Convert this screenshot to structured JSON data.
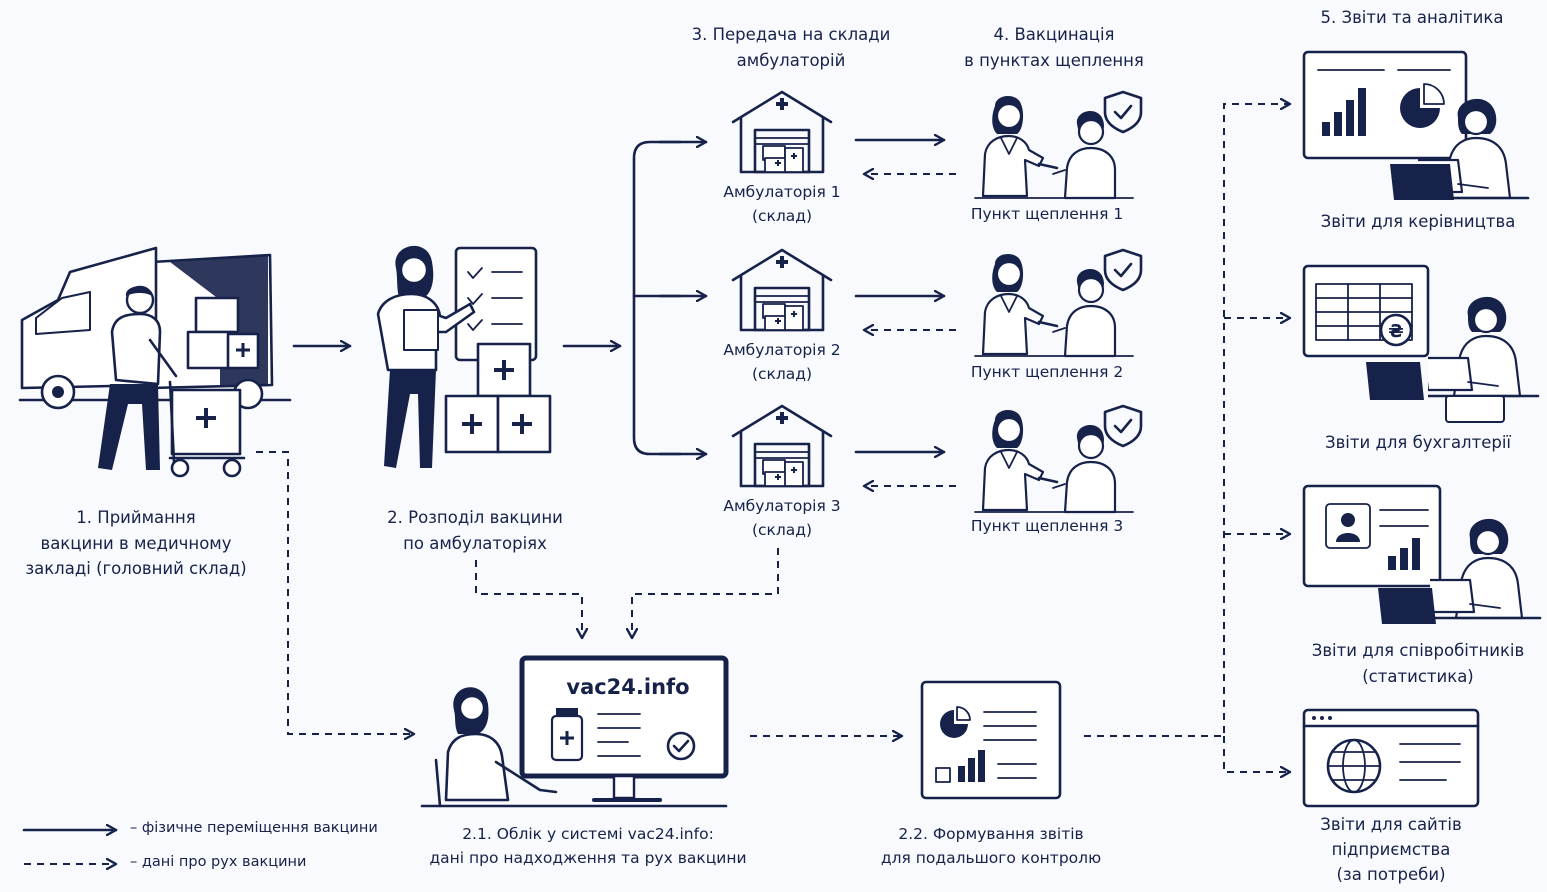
{
  "colors": {
    "ink": "#17224a",
    "background": "#f8fafd",
    "paper": "#ffffff"
  },
  "steps": {
    "step1": {
      "line1": "1. Приймання",
      "line2": "вакцини в медичному",
      "line3": "закладі (головний склад)"
    },
    "step2": {
      "line1": "2. Розподіл вакцини",
      "line2": "по амбулаторіях"
    },
    "step3": {
      "line1": "3. Передача на склади",
      "line2": "амбулаторій"
    },
    "step4": {
      "line1": "4. Вакцинація",
      "line2": "в пунктах щеплення"
    },
    "step5": {
      "title": "5. Звіти та аналітика"
    },
    "step21": {
      "line1": "2.1. Облік у системі vac24.info:",
      "line2": "дані про надходження та рух вакцини"
    },
    "step22": {
      "line1": "2.2. Формування звітів",
      "line2": "для подальшого контролю"
    }
  },
  "clinics": [
    {
      "name": "Амбулаторія 1",
      "sub": "(склад)"
    },
    {
      "name": "Амбулаторія 2",
      "sub": "(склад)"
    },
    {
      "name": "Амбулаторія 3",
      "sub": "(склад)"
    }
  ],
  "points": [
    {
      "name": "Пункт щеплення 1"
    },
    {
      "name": "Пункт щеплення 2"
    },
    {
      "name": "Пункт щеплення 3"
    }
  ],
  "reports": [
    {
      "line1": "Звіти для керівництва",
      "line2": "",
      "line3": "",
      "icon": "bar-pie-report-icon"
    },
    {
      "line1": "Звіти для бухгалтерії",
      "line2": "",
      "line3": "",
      "icon": "spreadsheet-hryvnia-icon"
    },
    {
      "line1": "Звіти для співробітників",
      "line2": "(статистика)",
      "line3": "",
      "icon": "profile-stats-icon"
    },
    {
      "line1": "Звіти для сайтів",
      "line2": "підприємства",
      "line3": "(за потреби)",
      "icon": "globe-browser-icon"
    }
  ],
  "system": {
    "brand": "vac24.info"
  },
  "legend": {
    "solid": "– фізичне переміщення вакцини",
    "dashed": "– дані про рух вакцини"
  }
}
